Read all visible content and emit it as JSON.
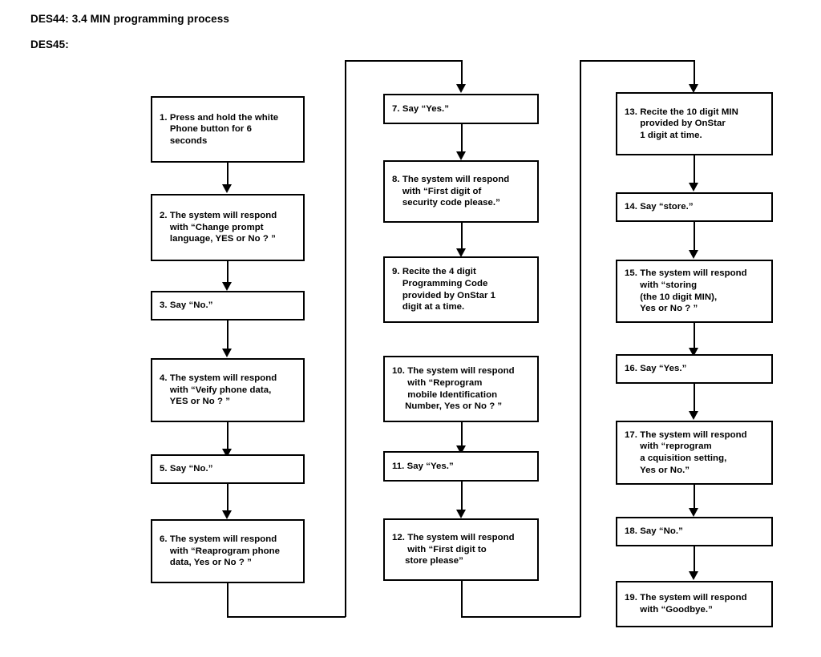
{
  "headings": {
    "line1": "DES44: 3.4 MIN programming process",
    "line2": "DES45:"
  },
  "diagram": {
    "type": "flowchart",
    "orientation": "three-column serpentine, top-to-bottom within each column",
    "title": "MIN programming process",
    "nodes": [
      {
        "id": 1,
        "column": 1,
        "text": "1. Press and hold the white\n    Phone button for 6\n    seconds"
      },
      {
        "id": 2,
        "column": 1,
        "text": "2. The system will respond\n    with “Change prompt\n    language, YES or No ? ”"
      },
      {
        "id": 3,
        "column": 1,
        "text": "3. Say “No.”"
      },
      {
        "id": 4,
        "column": 1,
        "text": "4. The system will respond\n    with “Veify phone data,\n    YES or No ? ”"
      },
      {
        "id": 5,
        "column": 1,
        "text": "5. Say “No.”"
      },
      {
        "id": 6,
        "column": 1,
        "text": "6. The system will respond\n    with “Reaprogram phone\n    data, Yes or No ? ”"
      },
      {
        "id": 7,
        "column": 2,
        "text": "7. Say “Yes.”"
      },
      {
        "id": 8,
        "column": 2,
        "text": "8. The system will respond\n    with “First digit of\n    security code please.”"
      },
      {
        "id": 9,
        "column": 2,
        "text": "9. Recite the 4 digit\n    Programming Code\n    provided by OnStar 1\n    digit at a time."
      },
      {
        "id": 10,
        "column": 2,
        "text": "10. The system will respond\n      with “Reprogram\n      mobile Identification\n     Number, Yes or No ? ”"
      },
      {
        "id": 11,
        "column": 2,
        "text": "11. Say “Yes.”"
      },
      {
        "id": 12,
        "column": 2,
        "text": "12. The system will respond\n      with “First digit to\n     store please”"
      },
      {
        "id": 13,
        "column": 3,
        "text": "13. Recite the 10 digit MIN\n      provided by OnStar\n      1 digit at time."
      },
      {
        "id": 14,
        "column": 3,
        "text": "14. Say “store.”"
      },
      {
        "id": 15,
        "column": 3,
        "text": "15. The system will respond\n      with “storing\n      (the 10 digit MIN),\n      Yes or No ? ”"
      },
      {
        "id": 16,
        "column": 3,
        "text": "16. Say “Yes.”"
      },
      {
        "id": 17,
        "column": 3,
        "text": "17. The system will respond\n      with “reprogram\n      a cquisition setting,\n      Yes or No.”"
      },
      {
        "id": 18,
        "column": 3,
        "text": "18. Say “No.”"
      },
      {
        "id": 19,
        "column": 3,
        "text": "19. The system will respond\n      with “Goodbye.”"
      }
    ],
    "edges": [
      {
        "from": 1,
        "to": 2,
        "style": "straight-down-arrow"
      },
      {
        "from": 2,
        "to": 3,
        "style": "straight-down-arrow"
      },
      {
        "from": 3,
        "to": 4,
        "style": "straight-down-arrow"
      },
      {
        "from": 4,
        "to": 5,
        "style": "straight-down-arrow"
      },
      {
        "from": 5,
        "to": 6,
        "style": "straight-down-arrow"
      },
      {
        "from": 6,
        "to": 7,
        "style": "routed-around-bottom-and-top-no-arrowhead-at-source"
      },
      {
        "from": 7,
        "to": 8,
        "style": "straight-down-arrow"
      },
      {
        "from": 8,
        "to": 9,
        "style": "straight-down-arrow"
      },
      {
        "from": 9,
        "to": 10,
        "style": "none"
      },
      {
        "from": 10,
        "to": 11,
        "style": "straight-down-arrow"
      },
      {
        "from": 11,
        "to": 12,
        "style": "straight-down-arrow"
      },
      {
        "from": 12,
        "to": 13,
        "style": "routed-around-bottom-and-top-no-arrowhead-at-source"
      },
      {
        "from": 13,
        "to": 14,
        "style": "straight-down-arrow"
      },
      {
        "from": 14,
        "to": 15,
        "style": "straight-down-arrow"
      },
      {
        "from": 15,
        "to": 16,
        "style": "straight-down-arrow"
      },
      {
        "from": 16,
        "to": 17,
        "style": "straight-down-arrow"
      },
      {
        "from": 17,
        "to": 18,
        "style": "straight-down-arrow"
      },
      {
        "from": 18,
        "to": 19,
        "style": "straight-down-arrow"
      }
    ],
    "colors": {
      "background": "#ffffff",
      "stroke": "#000000",
      "text": "#000000"
    }
  }
}
